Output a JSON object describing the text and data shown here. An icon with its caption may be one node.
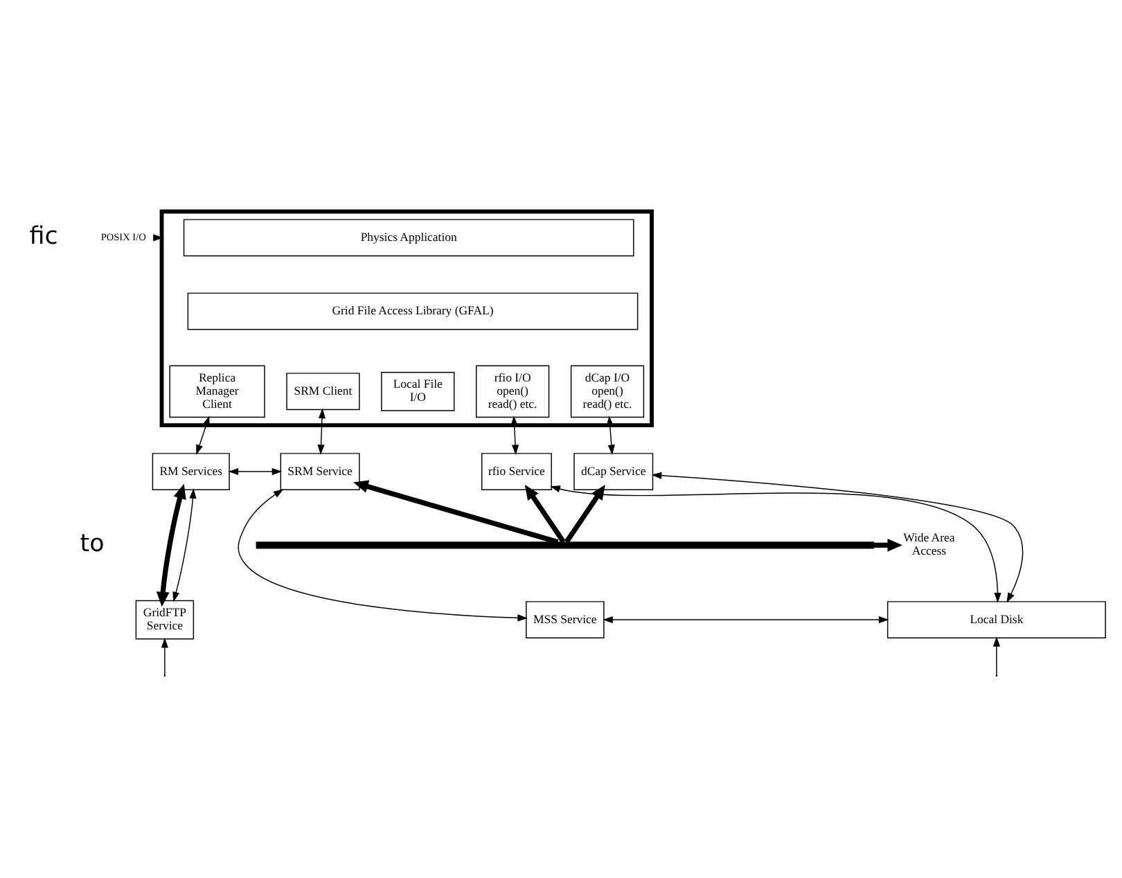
{
  "diagram": {
    "nodes": [
      {
        "text": [],
        "shape": "box"
      },
      {
        "text": [
          "Physics Application"
        ],
        "in": 0
      },
      {
        "text": [
          "Grid File Access Library (GFAL)"
        ],
        "in": 0
      },
      {
        "text": [
          "Replica Manager Client"
        ],
        "in": 0
      },
      {
        "text": [
          "SRM Client"
        ],
        "in": 0
      },
      {
        "text": [
          "Local File I/O"
        ],
        "in": 0
      },
      {
        "text": [
          "rfio I/O open() read() etc."
        ],
        "in": 0
      },
      {
        "text": [
          "dCap I/O open() read() etc."
        ],
        "in": 0
      },
      {
        "text": [
          "RM Services"
        ]
      },
      {
        "text": [
          "SRM Service"
        ]
      },
      {
        "text": [
          "rfio Service"
        ]
      },
      {
        "text": [
          "dCap Service"
        ]
      },
      {
        "text": [
          "Wide Area Access"
        ]
      },
      {
        "text": [
          "GridFTP Service"
        ]
      },
      {
        "text": [
          "MSS Service"
        ]
      },
      {
        "text": [
          "Local Disk"
        ]
      },
      {
        "text": [
          "POSIX I/O"
        ]
      },
      {
        "text": [],
        "shape": "bar"
      }
    ],
    "edges": [
      {
        "from": 16,
        "to": 0,
        "arrow": "to"
      },
      {
        "from": 3,
        "to": 8,
        "arrow": "both"
      },
      {
        "from": 4,
        "to": 9,
        "arrow": "both"
      },
      {
        "from": 6,
        "to": 10,
        "arrow": "both"
      },
      {
        "from": 7,
        "to": 11,
        "arrow": "both"
      },
      {
        "from": 8,
        "to": 9,
        "arrow": "both"
      },
      {
        "from": 17,
        "to": 12,
        "arrow": "to",
        "style": "thick"
      },
      {
        "from": 8,
        "to": 13,
        "arrow": "both",
        "style": "thick"
      },
      {
        "from": 17,
        "to": 9,
        "arrow": "to",
        "style": "thick"
      },
      {
        "from": 17,
        "to": 10,
        "arrow": "to",
        "style": "thick"
      },
      {
        "from": 17,
        "to": 11,
        "arrow": "to",
        "style": "thick"
      },
      {
        "from": 8,
        "to": 13,
        "arrow": "both"
      },
      {
        "from": 9,
        "to": 14,
        "arrow": "both"
      },
      {
        "from": 10,
        "to": 15,
        "arrow": "both"
      },
      {
        "from": 11,
        "to": 15,
        "arrow": "both"
      },
      {
        "from": 14,
        "to": 15,
        "arrow": "both"
      },
      {
        "from": null,
        "to": 13,
        "arrow": "to"
      },
      {
        "from": null,
        "to": 15,
        "arrow": "to"
      }
    ],
    "labels": [
      "fic",
      "to"
    ]
  }
}
